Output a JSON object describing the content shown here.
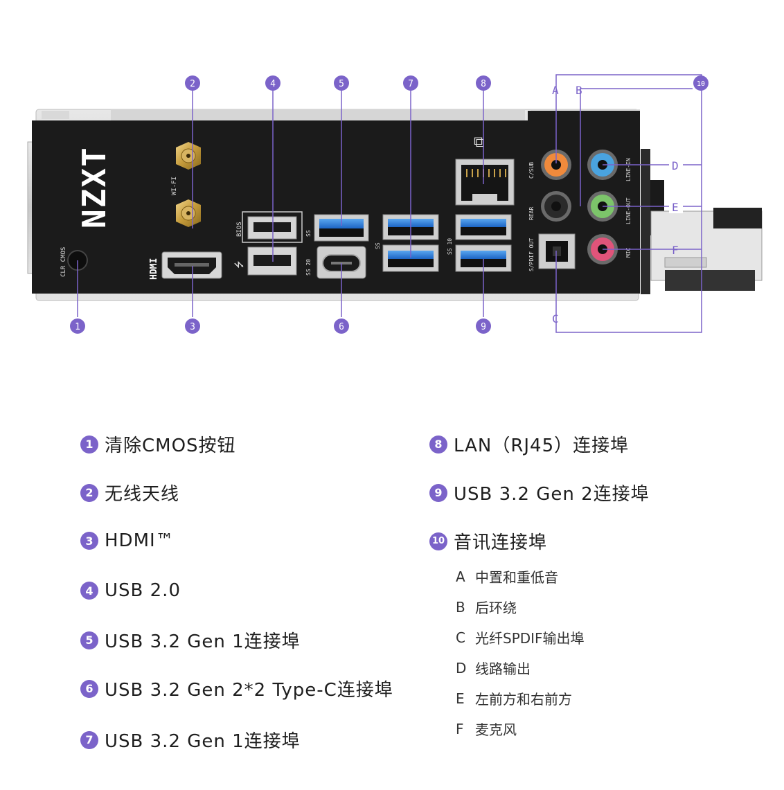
{
  "brand": "NZXT",
  "accent_color": "#7b63c9",
  "board_labels": {
    "clr_cmos": "CLR CMOS",
    "wifi": "WI-FI",
    "hdmi": "HDMI",
    "bios": "BIOS",
    "ss": "SS",
    "ss20": "SS 20",
    "ss10": "SS 10",
    "csub": "C/SUB",
    "rear": "REAR",
    "spdif": "S/PDIF OUT",
    "line_in": "LINE-IN",
    "line_out": "LINE-OUT",
    "mic": "MIC"
  },
  "callouts": {
    "n1": "1",
    "n2": "2",
    "n3": "3",
    "n4": "4",
    "n5": "5",
    "n6": "6",
    "n7": "7",
    "n8": "8",
    "n9": "9",
    "n10": "10",
    "A": "A",
    "B": "B",
    "C": "C",
    "D": "D",
    "E": "E",
    "F": "F"
  },
  "legend_left": [
    {
      "num": "1",
      "label": "清除CMOS按钮"
    },
    {
      "num": "2",
      "label": "无线天线"
    },
    {
      "num": "3",
      "label": "HDMI™"
    },
    {
      "num": "4",
      "label": "USB 2.0"
    },
    {
      "num": "5",
      "label": "USB 3.2 Gen 1连接埠"
    },
    {
      "num": "6",
      "label": "USB 3.2 Gen 2*2 Type-C连接埠"
    },
    {
      "num": "7",
      "label": "USB 3.2 Gen 1连接埠"
    }
  ],
  "legend_right": [
    {
      "num": "8",
      "label": "LAN（RJ45）连接埠"
    },
    {
      "num": "9",
      "label": "USB 3.2 Gen 2连接埠"
    },
    {
      "num": "10",
      "label": "音讯连接埠"
    }
  ],
  "audio_sub": [
    {
      "letter": "A",
      "label": "中置和重低音"
    },
    {
      "letter": "B",
      "label": "后环绕"
    },
    {
      "letter": "C",
      "label": "光纤SPDIF输出埠"
    },
    {
      "letter": "D",
      "label": "线路输出"
    },
    {
      "letter": "E",
      "label": "左前方和右前方"
    },
    {
      "letter": "F",
      "label": "麦克风"
    }
  ]
}
